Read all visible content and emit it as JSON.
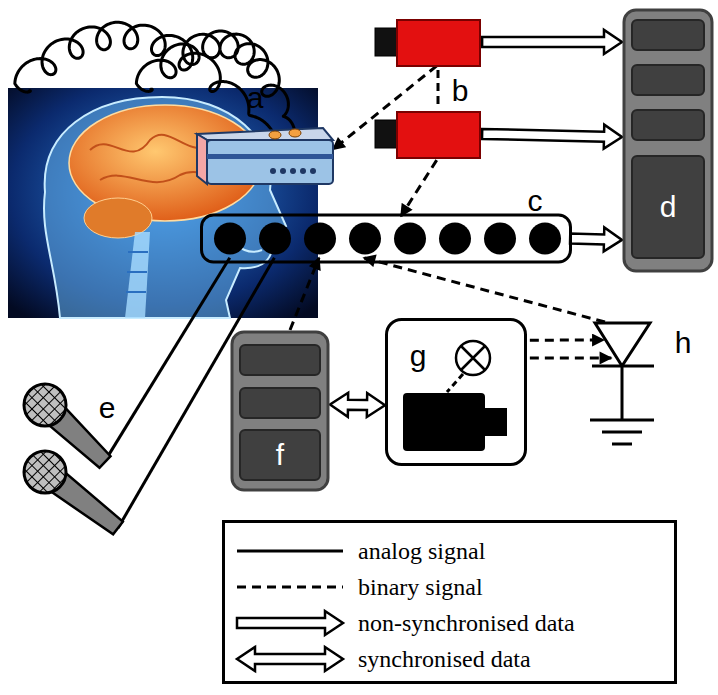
{
  "diagram": {
    "nodes": [
      {
        "text": [
          "a"
        ]
      },
      {
        "text": [
          "b"
        ]
      },
      {
        "text": [
          "c"
        ]
      },
      {
        "text": [
          "d"
        ]
      },
      {
        "text": [
          "e"
        ]
      },
      {
        "text": [
          "f"
        ]
      },
      {
        "text": [
          "g"
        ]
      },
      {
        "text": [
          "h"
        ]
      }
    ],
    "edges": [
      {
        "from": 1,
        "to": 0,
        "arrow": "to"
      },
      {
        "from": 1,
        "to": 2,
        "arrow": "to"
      },
      {
        "from": 1,
        "to": 3,
        "arrow": "to"
      },
      {
        "from": 1,
        "to": 3,
        "arrow": "to"
      },
      {
        "from": 2,
        "to": 3,
        "arrow": "to"
      },
      {
        "from": 4,
        "to": 2,
        "arrow": "none"
      },
      {
        "from": 4,
        "to": 2,
        "arrow": "none"
      },
      {
        "from": 5,
        "to": 2,
        "arrow": "to"
      },
      {
        "from": 5,
        "to": 6,
        "arrow": "both"
      },
      {
        "from": 6,
        "to": 7,
        "arrow": "to"
      },
      {
        "from": 6,
        "to": 7,
        "arrow": "to"
      },
      {
        "from": 7,
        "to": 2,
        "arrow": "to"
      }
    ],
    "legend": [
      {
        "text": "analog signal"
      },
      {
        "text": "binary signal"
      },
      {
        "text": "non-synchronised data"
      },
      {
        "text": "synchronised data"
      }
    ]
  }
}
